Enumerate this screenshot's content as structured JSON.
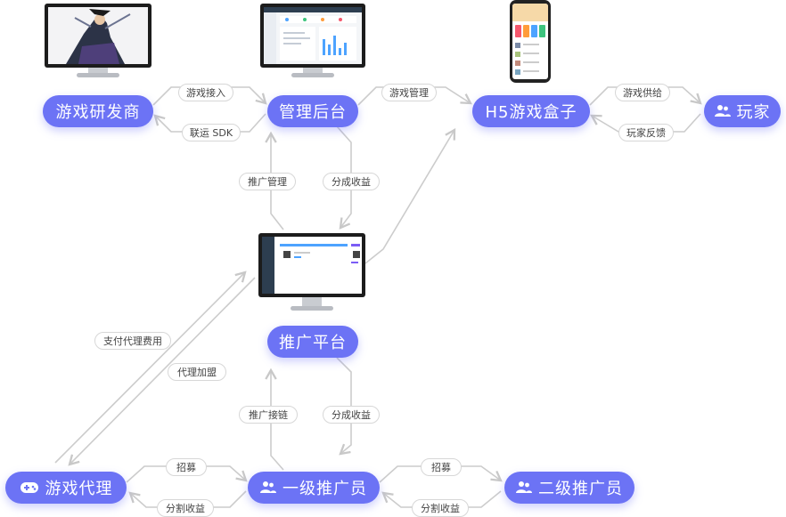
{
  "nodes": {
    "developer": "游戏研发商",
    "admin": "管理后台",
    "h5box": "H5游戏盒子",
    "player": "玩家",
    "platform": "推广平台",
    "agent": "游戏代理",
    "level1": "一级推广员",
    "level2": "二级推广员"
  },
  "labels": {
    "game_access": "游戏接入",
    "sdk": "联运 SDK",
    "game_mgmt": "游戏管理",
    "game_supply": "游戏供给",
    "player_feedback": "玩家反馈",
    "promo_mgmt": "推广管理",
    "revenue_share_top": "分成收益",
    "pay_agent_fee": "支付代理费用",
    "agent_join": "代理加盟",
    "promo_link": "推广接链",
    "revenue_share_mid": "分成收益",
    "recruit_1": "招募",
    "split_revenue_1": "分割收益",
    "recruit_2": "招募",
    "split_revenue_2": "分割收益"
  },
  "colors": {
    "node": "#6c73f5",
    "line": "#cccccc"
  },
  "icons": {
    "player": "users-icon",
    "agent": "gamepad-icon",
    "level1": "users-icon",
    "level2": "users-icon"
  }
}
